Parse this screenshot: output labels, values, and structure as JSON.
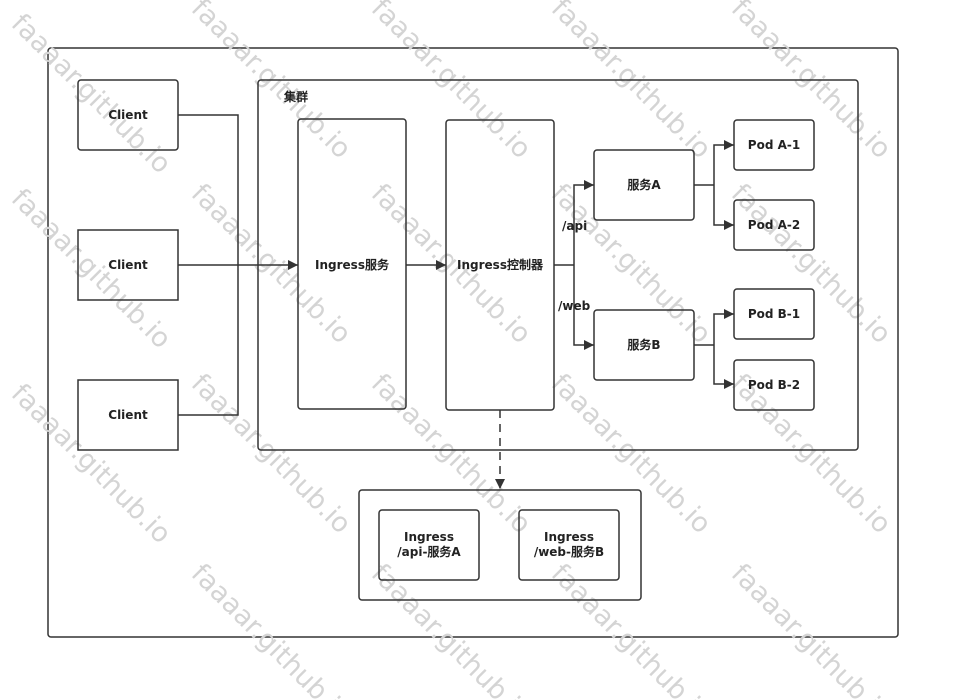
{
  "watermark": "faaaar.github.io",
  "cluster": {
    "label": "集群"
  },
  "clients": [
    {
      "label": "Client"
    },
    {
      "label": "Client"
    },
    {
      "label": "Client"
    }
  ],
  "ingress_service": {
    "label": "Ingress服务"
  },
  "ingress_controller": {
    "label": "Ingress控制器"
  },
  "routes": {
    "api": "/api",
    "web": "/web"
  },
  "services": [
    {
      "label": "服务A"
    },
    {
      "label": "服务B"
    }
  ],
  "pods": [
    {
      "label": "Pod A-1"
    },
    {
      "label": "Pod A-2"
    },
    {
      "label": "Pod B-1"
    },
    {
      "label": "Pod B-2"
    }
  ],
  "ingress_rules": [
    {
      "line1": "Ingress",
      "line2": "/api-服务A"
    },
    {
      "line1": "Ingress",
      "line2": "/web-服务B"
    }
  ],
  "colors": {
    "stroke": "#333333",
    "watermark": "#d4d4d4"
  }
}
